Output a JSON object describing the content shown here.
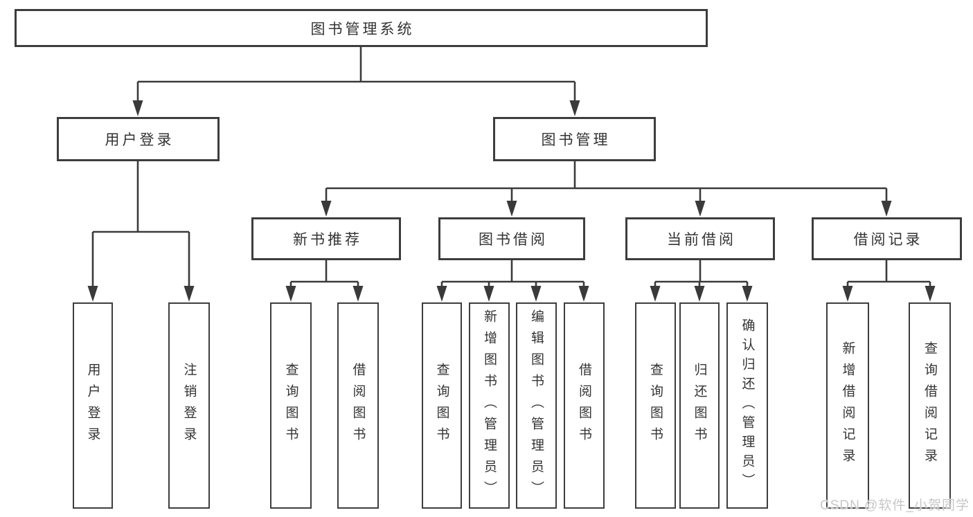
{
  "diagram": {
    "root": {
      "label": "图书管理系统"
    },
    "level1": [
      {
        "label": "用户登录"
      },
      {
        "label": "图书管理"
      }
    ],
    "level2": [
      {
        "label": "新书推荐"
      },
      {
        "label": "图书借阅"
      },
      {
        "label": "当前借阅"
      },
      {
        "label": "借阅记录"
      }
    ],
    "leaves": [
      "用户登录",
      "注销登录",
      "查询图书",
      "借阅图书",
      "查询图书",
      "新增图书（管理员）",
      "编辑图书（管理员）",
      "借阅图书",
      "查询图书",
      "归还图书",
      "确认归还（管理员）",
      "新增借阅记录",
      "查询借阅记录"
    ],
    "structure": {
      "图书管理系统": [
        "用户登录",
        "图书管理"
      ],
      "用户登录": [
        "用户登录",
        "注销登录"
      ],
      "图书管理": [
        "新书推荐",
        "图书借阅",
        "当前借阅",
        "借阅记录"
      ],
      "新书推荐": [
        "查询图书",
        "借阅图书"
      ],
      "图书借阅": [
        "查询图书",
        "新增图书（管理员）",
        "编辑图书（管理员）",
        "借阅图书"
      ],
      "当前借阅": [
        "查询图书",
        "归还图书",
        "确认归还（管理员）"
      ],
      "借阅记录": [
        "新增借阅记录",
        "查询借阅记录"
      ]
    },
    "colors": {
      "border": "#3d3d3d",
      "line": "#3a3a3a",
      "text": "#333333",
      "background": "#ffffff",
      "watermark": "#c7c7c7"
    }
  },
  "watermark": {
    "text": "CSDN @软件_小贺同学"
  }
}
